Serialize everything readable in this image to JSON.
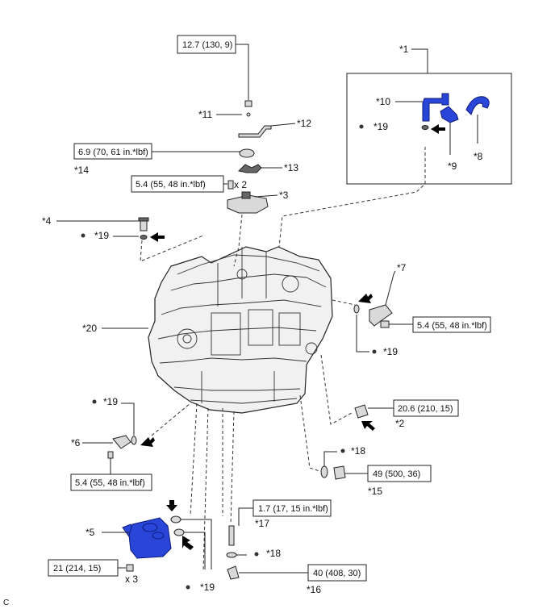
{
  "labels": {
    "p1": "*1",
    "p2": "*2",
    "p3": "*3",
    "p4": "*4",
    "p5": "*5",
    "p6": "*6",
    "p7": "*7",
    "p8": "*8",
    "p9": "*9",
    "p10": "*10",
    "p11": "*11",
    "p12": "*12",
    "p13": "*13",
    "p14": "*14",
    "p15": "*15",
    "p16": "*16",
    "p17": "*17",
    "p18a": "*18",
    "p18b": "*18",
    "p19a": "*19",
    "p19b": "*19",
    "p19c": "*19",
    "p19d": "*19",
    "p19e": "*19",
    "p20": "*20"
  },
  "torques": {
    "t_top": "12.7 (130, 9)",
    "t_14": "6.9 (70, 61 in.*lbf)",
    "t_3": "5.4 (55, 48 in.*lbf)",
    "t_7": "5.4 (55, 48 in.*lbf)",
    "t_2": "20.6 (210, 15)",
    "t_6": "5.4 (55, 48 in.*lbf)",
    "t_15": "49 (500, 36)",
    "t_17": "1.7 (17, 15 in.*lbf)",
    "t_5": "21 (214, 15)",
    "t_16": "40 (408, 30)"
  },
  "quantities": {
    "q_3": "x 2",
    "q_5": "x 3"
  },
  "corner_code": "C",
  "colors": {
    "highlight": "#2a46d8",
    "line": "#222222"
  }
}
